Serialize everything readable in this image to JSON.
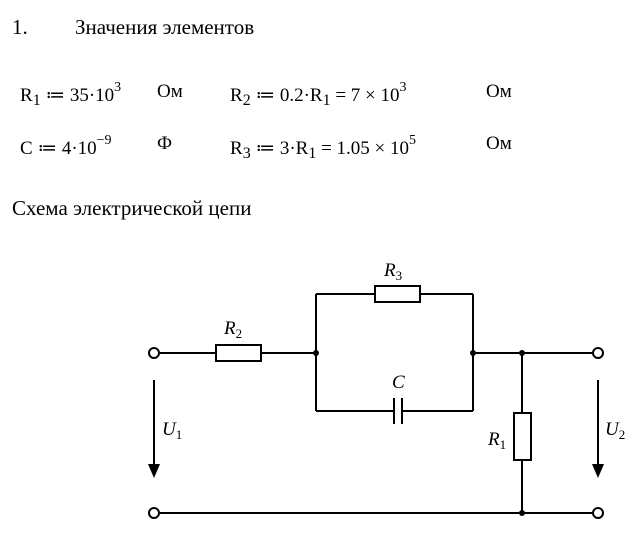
{
  "heading": {
    "number": "1.",
    "title": "Значения элементов"
  },
  "values": {
    "r1": {
      "lhs": "R",
      "lhs_sub": "1",
      "assign": " ≔ 35·10",
      "exp": "3",
      "unit": "Ом"
    },
    "c": {
      "lhs": "C",
      "assign": " ≔ 4·10",
      "exp": "−9",
      "unit": "Ф"
    },
    "r2": {
      "lhs": "R",
      "lhs_sub": "2",
      "assign": " ≔ 0.2·R",
      "ref_sub": "1",
      "result": " = 7 × 10",
      "exp": "3",
      "unit": "Ом"
    },
    "r3": {
      "lhs": "R",
      "lhs_sub": "3",
      "assign": " ≔ 3·R",
      "ref_sub": "1",
      "result": " = 1.05 × 10",
      "exp": "5",
      "unit": "Ом"
    }
  },
  "scheme_title": "Схема электрической цепи",
  "circuit": {
    "R1": {
      "letter": "R",
      "sub": "1"
    },
    "R2": {
      "letter": "R",
      "sub": "2"
    },
    "R3": {
      "letter": "R",
      "sub": "3"
    },
    "C": {
      "letter": "C"
    },
    "U1": {
      "letter": "U",
      "sub": "1"
    },
    "U2": {
      "letter": "U",
      "sub": "2"
    }
  }
}
